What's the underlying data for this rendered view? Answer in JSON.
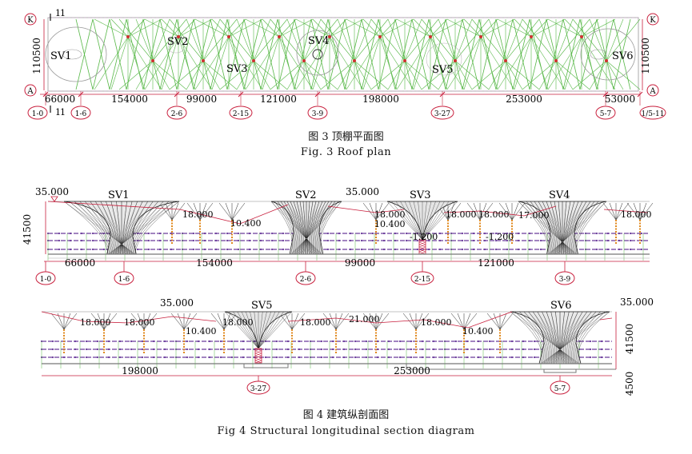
{
  "fig3": {
    "axis_top": "K",
    "axis_bottom": "A",
    "section_mark": "1",
    "width_label": "110500",
    "voids": [
      "SV1",
      "SV2",
      "SV3",
      "SV4",
      "SV5",
      "SV6"
    ],
    "spans": [
      "66000",
      "154000",
      "99000",
      "121000",
      "198000",
      "253000",
      "53000"
    ],
    "grid_labels": [
      "1-0",
      "1-6",
      "2-6",
      "2-15",
      "3-9",
      "3-27",
      "5-7",
      "1/5-11"
    ],
    "caption_cn": "图 3  顶棚平面图",
    "caption_en": "Fig. 3   Roof plan"
  },
  "fig4": {
    "upper": {
      "height_label": "41500",
      "levels": [
        "35.000",
        "35.000",
        "18.000",
        "10.400",
        "18.000",
        "10.400",
        "-1.200",
        "18.000",
        "18.000",
        "-1.200",
        "17.000",
        "18.000"
      ],
      "voids": [
        "SV1",
        "SV2",
        "SV3",
        "SV4"
      ],
      "spans": [
        "66000",
        "154000",
        "99000",
        "121000"
      ],
      "grid_labels": [
        "1-0",
        "1-6",
        "2-6",
        "2-15",
        "3-9"
      ]
    },
    "lower": {
      "height_label": "41500",
      "depth_label": "4500",
      "levels": [
        "35.000",
        "35.000",
        "18.000",
        "18.000",
        "10.400",
        "18.000",
        "18.000",
        "21.000",
        "18.000",
        "10.400"
      ],
      "voids": [
        "SV5",
        "SV6"
      ],
      "spans": [
        "198000",
        "253000"
      ],
      "grid_labels": [
        "3-27",
        "5-7"
      ]
    },
    "caption_cn": "图 4  建筑纵剖面图",
    "caption_en": "Fig 4   Structural longitudinal section diagram"
  },
  "colors": {
    "structure_green": "#58b848",
    "node_red": "#d03030",
    "grid_red": "#c81e3c",
    "mesh_dark": "#222222",
    "floor_purple": "#6a3a9a",
    "column_orange": "#e08a20"
  }
}
